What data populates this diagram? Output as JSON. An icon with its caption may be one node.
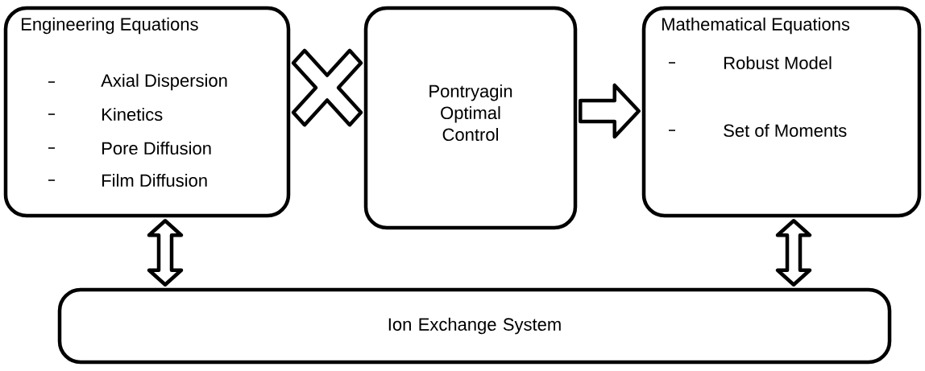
{
  "diagram": {
    "nodes": [
      {
        "text": [
          "Engineering Equations",
          "Axial Dispersion",
          "Kinetics",
          "Pore Diffusion",
          "Film Diffusion"
        ]
      },
      {
        "text": [],
        "shape": "cross"
      },
      {
        "text": [
          "Pontryagin Optimal Control"
        ]
      },
      {
        "text": [
          "Mathematical Equations",
          "Robust Model",
          "Set of Moments"
        ]
      },
      {
        "text": [
          "Ion Exchange System"
        ]
      }
    ],
    "edges": [
      {
        "from": 2,
        "to": 3,
        "arrow": "to"
      },
      {
        "from": 0,
        "to": 4,
        "arrow": "both"
      },
      {
        "from": 3,
        "to": 4,
        "arrow": "both"
      }
    ]
  }
}
